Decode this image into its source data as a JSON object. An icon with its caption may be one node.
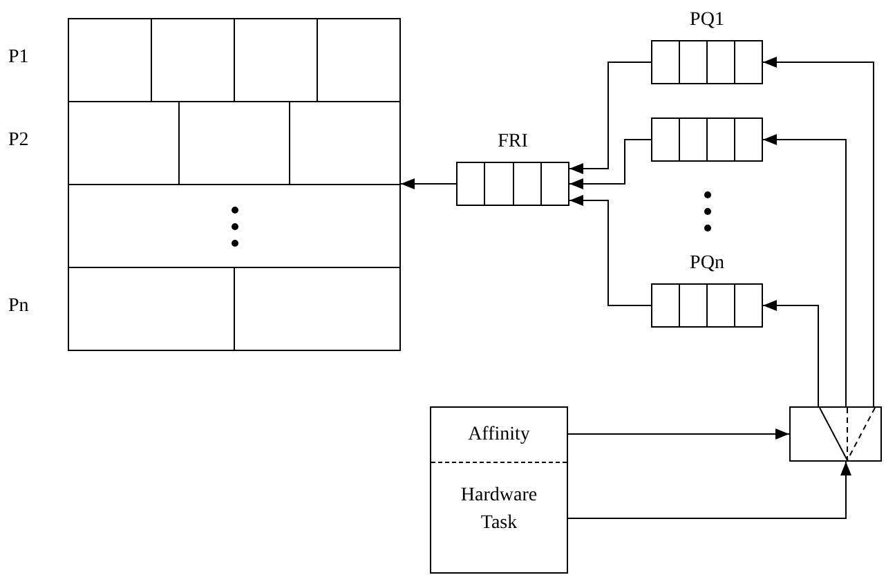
{
  "diagram": {
    "nodes": [
      {
        "text": [],
        "shape": "box"
      },
      {
        "text": [
          "FRI"
        ]
      },
      {
        "text": [
          "PQ1"
        ]
      },
      {
        "text": [],
        "shape": "box"
      },
      {
        "text": [
          "PQn"
        ]
      },
      {
        "text": [],
        "shape": "box"
      },
      {
        "text": [
          "Affinity",
          "Hardware Task"
        ]
      }
    ],
    "edges": [
      {
        "from": 1,
        "to": 0,
        "arrow": "to"
      },
      {
        "from": 2,
        "to": 1,
        "arrow": "to"
      },
      {
        "from": 3,
        "to": 1,
        "arrow": "to"
      },
      {
        "from": 4,
        "to": 1,
        "arrow": "to"
      },
      {
        "from": 5,
        "to": 2,
        "arrow": "to"
      },
      {
        "from": 5,
        "to": 3,
        "arrow": "to"
      },
      {
        "from": 5,
        "to": 4,
        "arrow": "to"
      },
      {
        "from": 6,
        "to": 5,
        "arrow": "to"
      },
      {
        "from": 6,
        "to": 5,
        "arrow": "to"
      }
    ],
    "labels": [
      "P1",
      "P2",
      "Pn"
    ]
  }
}
